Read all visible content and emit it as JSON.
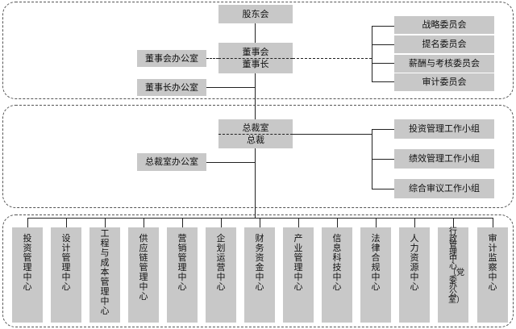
{
  "top_box": "股东会",
  "board": {
    "top": "董事会",
    "bottom": "董事长"
  },
  "board_office": "董事会办公室",
  "chairman_office": "董事长办公室",
  "committees": [
    "战略委员会",
    "提名委员会",
    "薪酬与考核委员会",
    "审计委员会"
  ],
  "president": {
    "top": "总裁室",
    "bottom": "总裁"
  },
  "president_office": "总裁室办公室",
  "work_groups": [
    "投资管理工作小组",
    "绩效管理工作小组",
    "综合审议工作小组"
  ],
  "centers": [
    "投资管理中心",
    "设计管理中心",
    "工程与成本管理中心",
    "供应链管理中心",
    "营销管理中心",
    "企划运营中心",
    "财务资金中心",
    "产业管理中心",
    "信息科技中心",
    "法律合规中心",
    "人力资源中心",
    "行政管理中心（党委办公室）",
    "审计监察中心"
  ]
}
